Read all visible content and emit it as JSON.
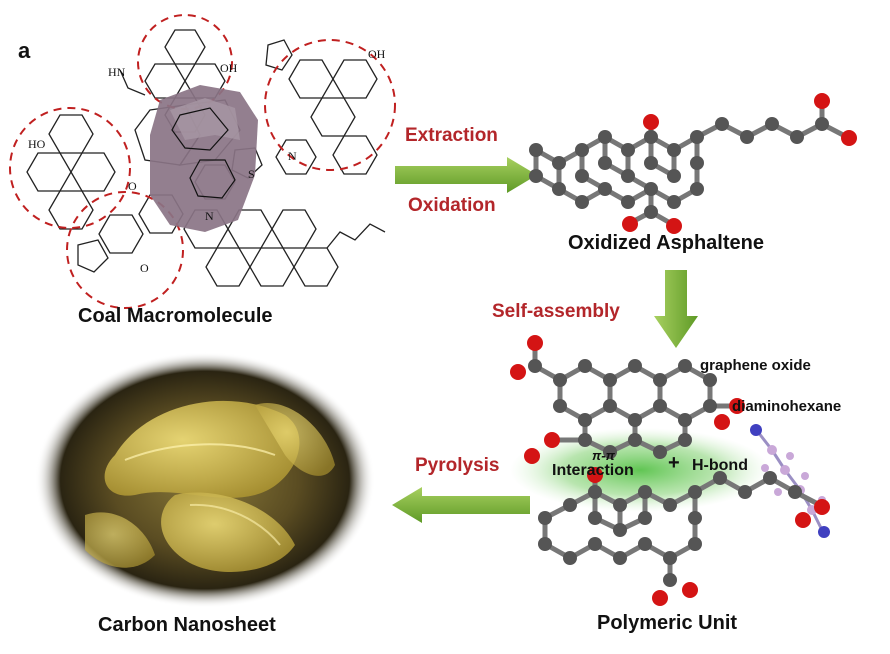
{
  "panel_letter": "a",
  "labels": {
    "coal_macromolecule": "Coal Macromolecule",
    "oxidized_asphaltene": "Oxidized Asphaltene",
    "polymeric_unit": "Polymeric Unit",
    "carbon_nanosheet": "Carbon Nanosheet"
  },
  "steps": {
    "extraction": "Extraction",
    "oxidation": "Oxidation",
    "self_assembly": "Self-assembly",
    "pyrolysis": "Pyrolysis"
  },
  "annotations": {
    "graphene_oxide": "graphene oxide",
    "diaminohexane": "diaminohexane",
    "pi_pi": "π-π",
    "interaction": "Interaction",
    "plus": "+",
    "hbond": "H-bond"
  },
  "structure_atoms": {
    "hn": "HN",
    "oh_top": "OH",
    "oh_right": "OH",
    "ho_left": "HO",
    "o_mid": "O",
    "o_bottom": "O",
    "n_right": "N",
    "s_right": "S",
    "n_bottom": "N"
  },
  "colors": {
    "arrow_green": "#7fb33a",
    "step_red": "#b3262a",
    "atom_gray": "#555555",
    "oxygen_red": "#d41414",
    "dashed_circle": "#c02020",
    "sem_gold": "#b8a040"
  }
}
